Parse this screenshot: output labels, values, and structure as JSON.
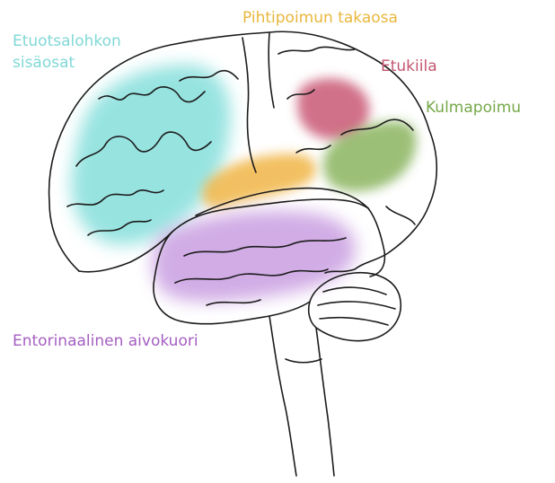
{
  "regions": {
    "medial_prefrontal": {
      "label_line1": "Etuotsalohkon",
      "label_line2": "sisäosat",
      "color": "#7fd8d6"
    },
    "posterior_cingulate": {
      "label": "Pihtipoimun takaosa",
      "color": "#e8b73c"
    },
    "precuneus": {
      "label": "Etukiila",
      "color": "#c4566f"
    },
    "angular_gyrus": {
      "label": "Kulmapoimu",
      "color": "#76a84a"
    },
    "entorhinal_cortex": {
      "label": "Entorinaalinen aivokuori",
      "color": "#a55ec2"
    }
  }
}
